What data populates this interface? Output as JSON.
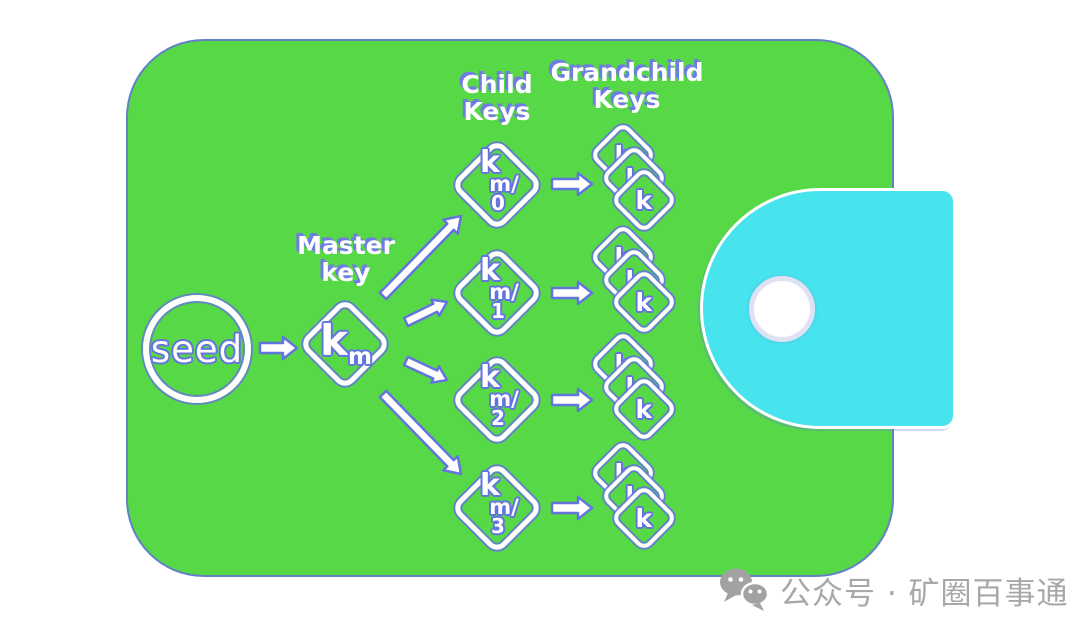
{
  "diagram": {
    "seed_label": "seed",
    "master_label_lines": [
      "Master",
      "key"
    ],
    "master_key": {
      "base": "k",
      "sub": "m"
    },
    "headers": {
      "child": [
        "Child",
        "Keys"
      ],
      "grandchild": [
        "Grandchild",
        "Keys"
      ]
    },
    "child_keys": [
      {
        "base": "k",
        "path": "m/",
        "index": "0"
      },
      {
        "base": "k",
        "path": "m/",
        "index": "1"
      },
      {
        "base": "k",
        "path": "m/",
        "index": "2"
      },
      {
        "base": "k",
        "path": "m/",
        "index": "3"
      }
    ],
    "grandchild_card_label": "k",
    "colors": {
      "wallet_green": "#57d846",
      "clasp_cyan": "#48e4ee",
      "stroke_blue": "#6474de",
      "text_white": "#ffffff",
      "watermark_gray": "#a8a8a8"
    }
  },
  "watermark": {
    "text": "公众号 · 矿圈百事通"
  }
}
